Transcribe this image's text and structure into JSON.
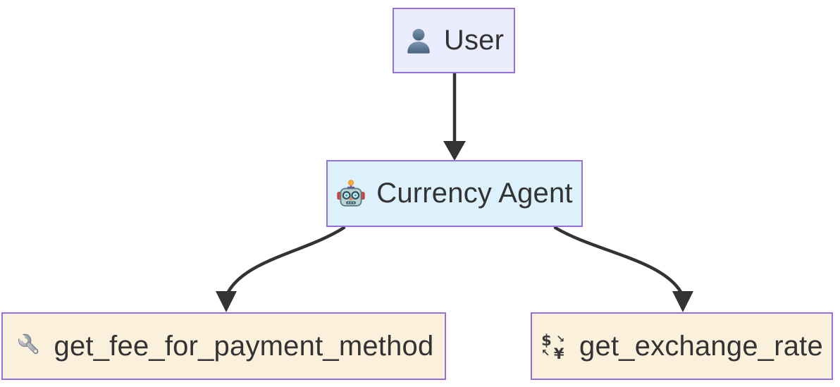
{
  "diagram": {
    "type": "flowchart",
    "background": "#FFFFFF",
    "nodes": [
      {
        "id": "user",
        "label": "User",
        "icon": "person-icon",
        "fill": "#ECECFF",
        "border": "#9370DB"
      },
      {
        "id": "agent",
        "label": "Currency Agent",
        "icon": "robot-icon",
        "fill": "#DCF1FB",
        "border": "#9370DB"
      },
      {
        "id": "fee",
        "label": "get_fee_for_payment_method",
        "icon": "wrench-icon",
        "fill": "#FAF0DC",
        "border": "#9370DB"
      },
      {
        "id": "rate",
        "label": "get_exchange_rate",
        "icon": "currency-exchange-icon",
        "fill": "#FAF0DC",
        "border": "#9370DB"
      }
    ],
    "edges": [
      {
        "from": "User",
        "to": "Currency Agent"
      },
      {
        "from": "Currency Agent",
        "to": "get_fee_for_payment_method"
      },
      {
        "from": "Currency Agent",
        "to": "get_exchange_rate"
      }
    ],
    "colors": {
      "edge": "#333333",
      "text": "#333333",
      "node_border": "#9370DB"
    },
    "icons": {
      "currency_exchange": {
        "dollar": "$",
        "yen": "¥",
        "arrow_down_right": "↘",
        "arrow_up_left": "↖"
      }
    }
  }
}
